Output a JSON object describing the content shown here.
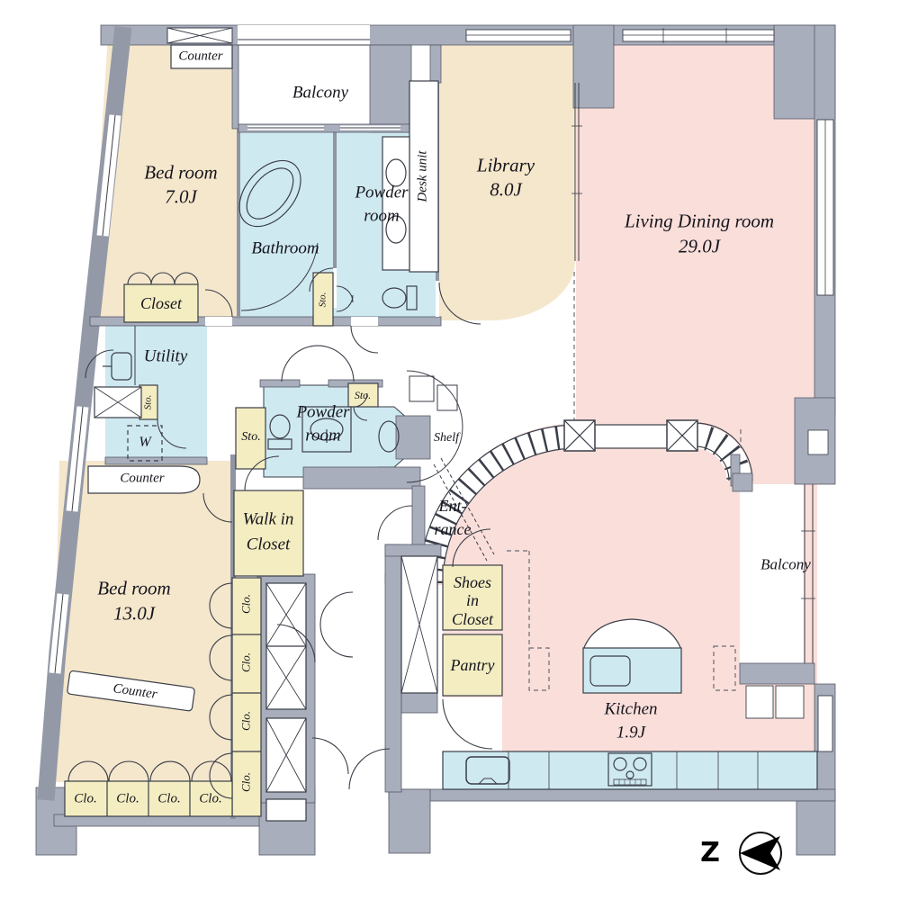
{
  "plan": {
    "rooms": {
      "bedroom7": {
        "name": "Bed room",
        "size": "7.0J"
      },
      "bedroom13": {
        "name": "Bed room",
        "size": "13.0J"
      },
      "library": {
        "name": "Library",
        "size": "8.0J"
      },
      "living_dining": {
        "name": "Living Dining room",
        "size": "29.0J"
      },
      "kitchen": {
        "name": "Kitchen",
        "size": "1.9J"
      },
      "bathroom": {
        "name": "Bathroom"
      },
      "powder_room": {
        "line1": "Powder",
        "line2": "room"
      },
      "utility": {
        "name": "Utility"
      },
      "entrance": {
        "line1": "Ent-",
        "line2": "rance"
      },
      "walk_in_closet": {
        "line1": "Walk in",
        "line2": "Closet"
      },
      "shoes_in_closet": {
        "line1": "Shoes",
        "line2": "in",
        "line3": "Closet"
      },
      "pantry": {
        "name": "Pantry"
      },
      "closet": {
        "name": "Closet"
      },
      "balcony": {
        "name": "Balcony"
      }
    },
    "labels": {
      "counter": "Counter",
      "desk_unit": "Desk unit",
      "shelf": "Shelf",
      "storage_abbr": "Sto.",
      "closet_abbr": "Clo.",
      "washer_abbr": "W"
    },
    "compass": {
      "letter": "Z"
    },
    "colors": {
      "wall": "#a9aebc",
      "room_beige": "#f5e7cc",
      "room_pink": "#fadeda",
      "room_blue": "#cfe9f1",
      "room_yellow": "#f4edc2",
      "line": "#3a3e48"
    }
  }
}
